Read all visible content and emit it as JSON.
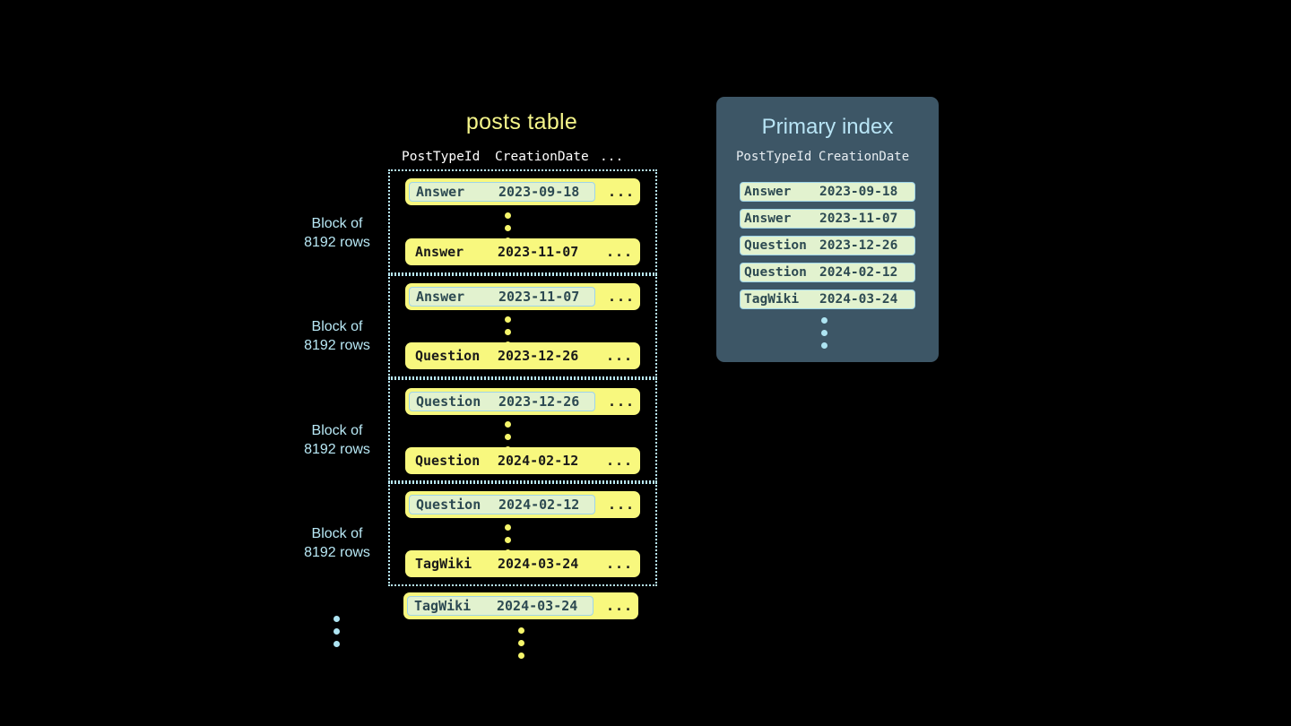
{
  "posts_table": {
    "title": "posts table",
    "columns": [
      "PostTypeId",
      "CreationDate",
      "..."
    ],
    "row_ellipsis_label": "...",
    "blocks": [
      {
        "label_line1": "Block of",
        "label_line2": "8192 rows",
        "first_row": {
          "type": "Answer",
          "date": "2023-09-18",
          "more": "...",
          "highlighted": true
        },
        "last_row": {
          "type": "Answer",
          "date": "2023-11-07",
          "more": "...",
          "highlighted": false
        }
      },
      {
        "label_line1": "Block of",
        "label_line2": "8192 rows",
        "first_row": {
          "type": "Answer",
          "date": "2023-11-07",
          "more": "...",
          "highlighted": true
        },
        "last_row": {
          "type": "Question",
          "date": "2023-12-26",
          "more": "...",
          "highlighted": false
        }
      },
      {
        "label_line1": "Block of",
        "label_line2": "8192 rows",
        "first_row": {
          "type": "Question",
          "date": "2023-12-26",
          "more": "...",
          "highlighted": true
        },
        "last_row": {
          "type": "Question",
          "date": "2024-02-12",
          "more": "...",
          "highlighted": false
        }
      },
      {
        "label_line1": "Block of",
        "label_line2": "8192 rows",
        "first_row": {
          "type": "Question",
          "date": "2024-02-12",
          "more": "...",
          "highlighted": true
        },
        "last_row": {
          "type": "TagWiki",
          "date": "2024-03-24",
          "more": "...",
          "highlighted": false
        }
      }
    ],
    "trailing_row": {
      "type": "TagWiki",
      "date": "2024-03-24",
      "more": "...",
      "highlighted": true
    }
  },
  "primary_index": {
    "title": "Primary index",
    "columns": [
      "PostTypeId",
      "CreationDate"
    ],
    "rows": [
      {
        "type": "Answer",
        "date": "2023-09-18"
      },
      {
        "type": "Answer",
        "date": "2023-11-07"
      },
      {
        "type": "Question",
        "date": "2023-12-26"
      },
      {
        "type": "Question",
        "date": "2024-02-12"
      },
      {
        "type": "TagWiki",
        "date": "2024-03-24"
      }
    ]
  },
  "colors": {
    "background": "#000000",
    "row_yellow": "#f8f87e",
    "highlight_green": "#e2f2cf",
    "accent_blue": "#b8e8f5",
    "panel_slate": "#3d5666",
    "title_yellow": "#f5f58a"
  }
}
